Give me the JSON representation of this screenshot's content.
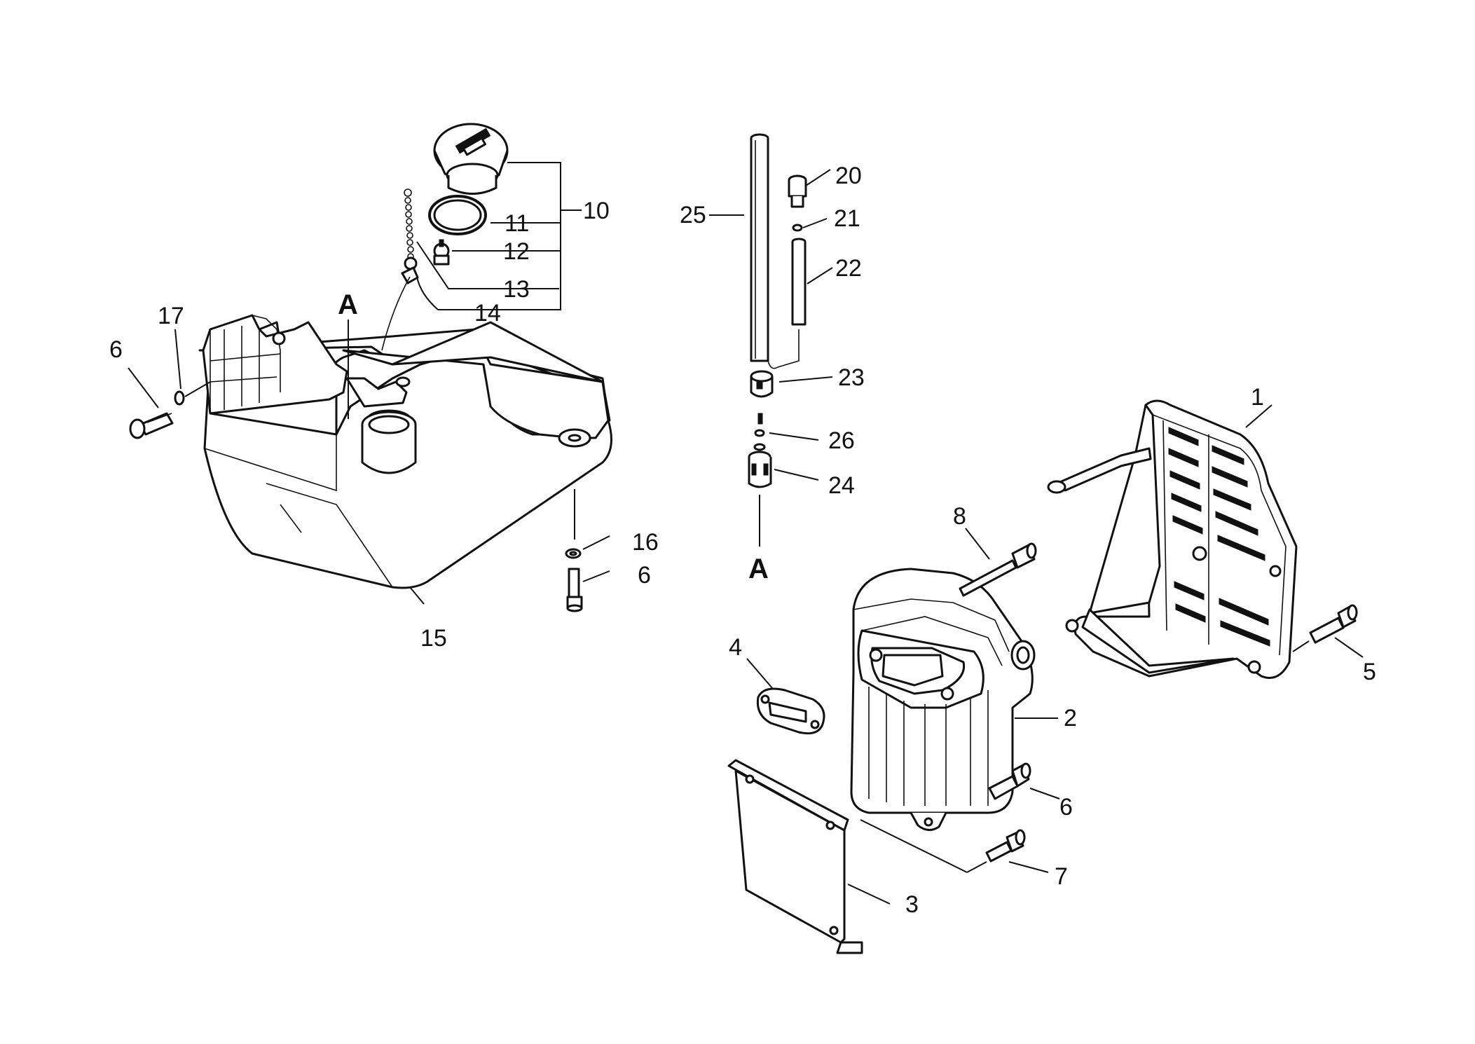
{
  "diagram": {
    "callouts": {
      "c1": "1",
      "c2": "2",
      "c3": "3",
      "c4": "4",
      "c5": "5",
      "c6a": "6",
      "c6b": "6",
      "c6c": "6",
      "c7": "7",
      "c8": "8",
      "c10": "10",
      "c11": "11",
      "c12": "12",
      "c13": "13",
      "c14": "14",
      "c15": "15",
      "c16": "16",
      "c17": "17",
      "c20": "20",
      "c21": "21",
      "c22": "22",
      "c23": "23",
      "c24": "24",
      "c25": "25",
      "c26": "26",
      "refA1": "A",
      "refA2": "A"
    }
  }
}
